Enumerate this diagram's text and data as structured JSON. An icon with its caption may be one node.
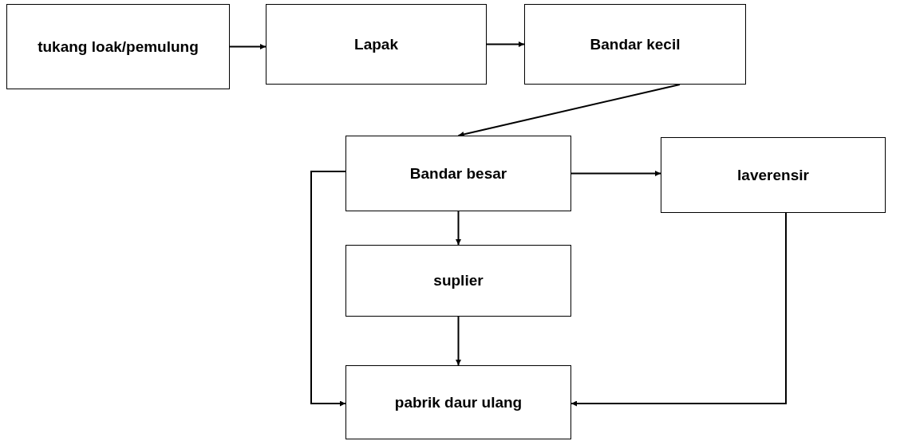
{
  "diagram": {
    "nodes": [
      {
        "text": [
          "tukang loak/pemulung"
        ]
      },
      {
        "text": [
          "Lapak"
        ]
      },
      {
        "text": [
          "Bandar kecil"
        ]
      },
      {
        "text": [
          "Bandar besar"
        ]
      },
      {
        "text": [
          "laverensir"
        ]
      },
      {
        "text": [
          "suplier"
        ]
      },
      {
        "text": [
          "pabrik daur ulang"
        ]
      }
    ],
    "edges": [
      {
        "from": 0,
        "to": 1,
        "arrow": "to"
      },
      {
        "from": 1,
        "to": 2,
        "arrow": "to"
      },
      {
        "from": 2,
        "to": 3,
        "arrow": "to"
      },
      {
        "from": 3,
        "to": 4,
        "arrow": "to"
      },
      {
        "from": 3,
        "to": 5,
        "arrow": "to"
      },
      {
        "from": 5,
        "to": 6,
        "arrow": "to"
      },
      {
        "from": 3,
        "to": 6,
        "arrow": "to"
      },
      {
        "from": 4,
        "to": 6,
        "arrow": "to"
      }
    ]
  }
}
